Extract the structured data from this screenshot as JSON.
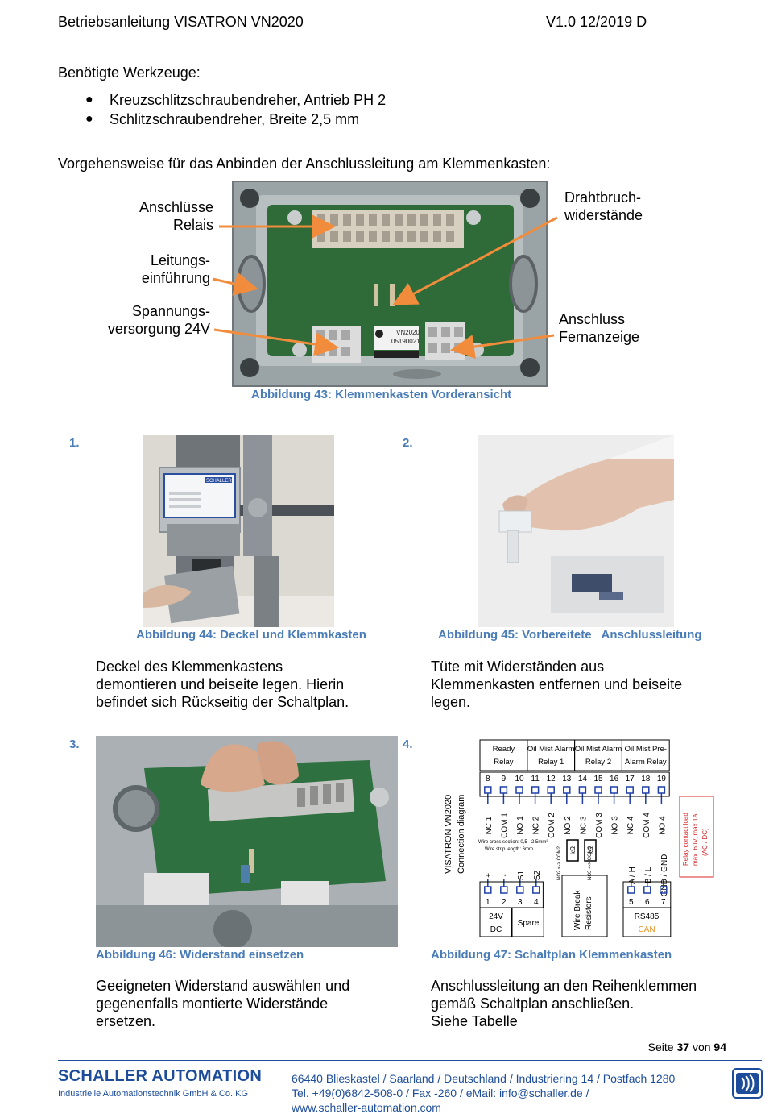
{
  "header": {
    "title": "Betriebsanleitung VISATRON VN2020",
    "version": "V1.0 12/2019 D"
  },
  "tools": {
    "heading": "Benötigte Werkzeuge:",
    "items": [
      "Kreuzschlitzschraubendreher, Antrieb PH 2",
      "Schlitzschraubendreher, Breite 2,5 mm"
    ]
  },
  "procedure_heading": "Vorgehensweise für das Anbinden der Anschlussleitung am Klemmenkasten:",
  "figure43": {
    "labels": {
      "relais_1": "Anschlüsse",
      "relais_2": "Relais",
      "leitung_1": "Leitungs-",
      "leitung_2": "einführung",
      "spannung_1": "Spannungs-",
      "spannung_2": "versorgung 24V",
      "draht_1": "Drahtbruch-",
      "draht_2": "widerstände",
      "fern_1": "Anschluss",
      "fern_2": "Fernanzeige"
    },
    "plate_1": "VN2020",
    "plate_2": "05190021",
    "caption": "Abbildung 43: Klemmenkasten Vorderansicht"
  },
  "steps": [
    {
      "number": "1.",
      "caption": "Abbildung 44: Deckel und Klemmkasten",
      "text": [
        "Deckel des Klemmenkastens",
        "demontieren und beiseite legen. Hierin",
        "befindet sich Rückseitig der Schaltplan."
      ]
    },
    {
      "number": "2.",
      "caption": "Abbildung 45: Vorbereitete   Anschlussleitung",
      "text": [
        "Tüte mit Widerständen aus",
        "Klemmenkasten entfernen und beiseite",
        "legen."
      ]
    },
    {
      "number": "3.",
      "caption": "Abbildung 46: Widerstand einsetzen",
      "text": [
        "Geeigneten Widerstand auswählen und",
        "gegenenfalls montierte Widerstände",
        "ersetzen."
      ]
    },
    {
      "number": "4.",
      "caption": "Abbildung 47: Schaltplan Klemmenkasten",
      "text": [
        "Anschlussleitung an den Reihenklemmen",
        "gemäß Schaltplan anschließen.",
        "Siehe Tabelle"
      ]
    }
  ],
  "figure44": {
    "label_brand": "SCHALLER"
  },
  "diagram": {
    "title_1": "VISATRON VN2020",
    "title_2": "Connection diagram",
    "groups_top": [
      {
        "l1": "Ready",
        "l2": "Relay"
      },
      {
        "l1": "Oil Mist Alarm",
        "l2": "Relay 1"
      },
      {
        "l1": "Oil Mist Alarm",
        "l2": "Relay 2"
      },
      {
        "l1": "Oil Mist Pre-",
        "l2": "Alarm Relay"
      }
    ],
    "top_numbers": [
      "8",
      "9",
      "10",
      "11",
      "12",
      "13",
      "14",
      "15",
      "16",
      "17",
      "18",
      "19"
    ],
    "top_signals": [
      "NC 1",
      "COM 1",
      "NO 1",
      "NC 2",
      "COM 2",
      "NO 2",
      "NC 3",
      "COM 3",
      "NO 3",
      "NC 4",
      "COM 4",
      "NO 4"
    ],
    "wire_1": "Wire cross section: 0,5 - 2,5mm²",
    "wire_2": "Wire strip length: 6mm",
    "no2": "NO2 <-> COM2",
    "no3": "NO3 <-> COM3",
    "kohm": "kΩ",
    "bottom_numbers": [
      "1",
      "2",
      "3",
      "4",
      "5",
      "6",
      "7"
    ],
    "bottom_signals": [
      "+",
      "-",
      "S1",
      "S2",
      "A / H",
      "B / L",
      "GND / GND"
    ],
    "bottom_groups": {
      "dc_1": "24V",
      "dc_2": "DC",
      "spare": "Spare",
      "wire_break_1": "Wire Break",
      "wire_break_2": "Resistors",
      "rs485": "RS485",
      "can": "CAN"
    },
    "relay_note_1": "Relay contact load",
    "relay_note_2": "max. 60V, max 1A",
    "relay_note_3": "(AC / DC)",
    "colors": {
      "blue": "#1f3fa8",
      "orange": "#e8962a",
      "red": "#d8262a"
    }
  },
  "page": {
    "prefix": "Seite ",
    "current": "37",
    "middle": " von ",
    "total": "94"
  },
  "footer": {
    "company": "SCHALLER AUTOMATION",
    "subtitle": "Industrielle Automationstechnik GmbH & Co. KG",
    "line1": "66440 Blieskastel / Saarland / Deutschland / Industriering 14 / Postfach 1280",
    "line2": "Tel. +49(0)6842-508-0 / Fax -260 / eMail: info@schaller.de /",
    "line3": "www.schaller-automation.com"
  },
  "colors": {
    "caption_blue": "#4a7db8",
    "brand_blue": "#1d4d9a",
    "arrow_orange": "#f08c3c"
  }
}
